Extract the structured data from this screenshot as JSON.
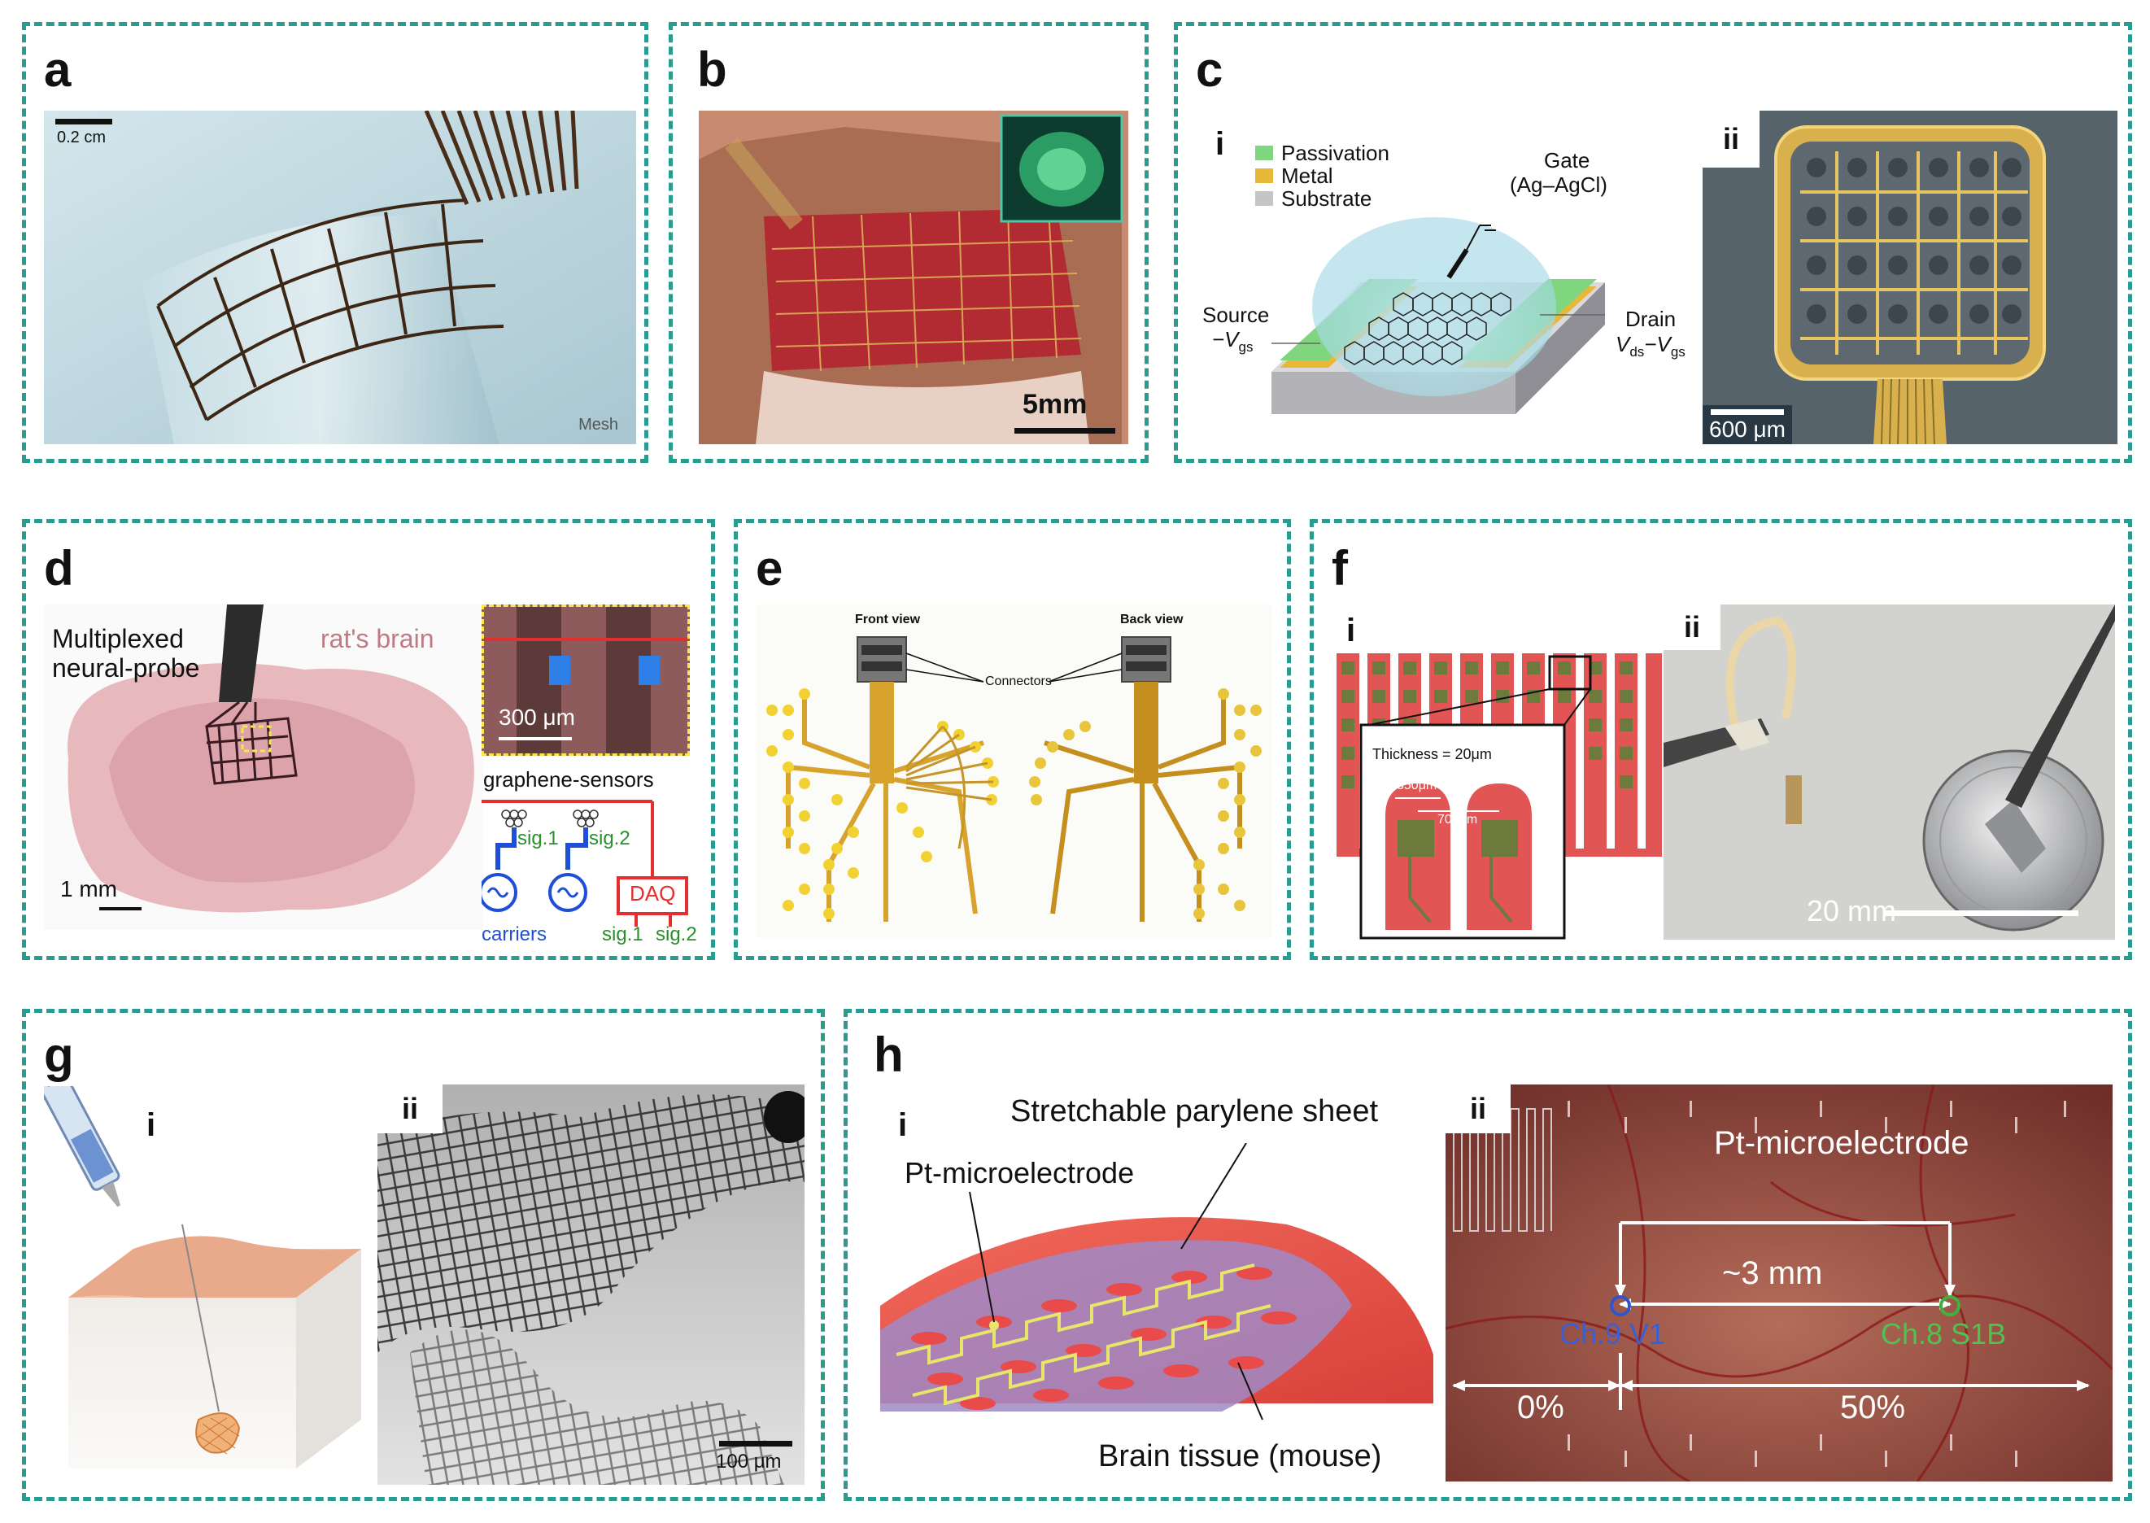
{
  "panels": {
    "a": {
      "label": "a",
      "scale": "0.2 cm",
      "tag": "Mesh"
    },
    "b": {
      "label": "b",
      "scale": "5mm"
    },
    "c": {
      "label": "c",
      "i": "i",
      "ii": "ii",
      "legend": {
        "passivation": "Passivation",
        "metal": "Metal",
        "substrate": "Substrate"
      },
      "gate": "Gate",
      "gate_sub": "(Ag–AgCl)",
      "source": "Source",
      "source_v": "−V",
      "source_v_sub": "gs",
      "drain": "Drain",
      "drain_v1": "V",
      "drain_v1_sub": "ds",
      "drain_dash": "−V",
      "drain_v2_sub": "gs",
      "scale": "600 μm",
      "colors": {
        "passivation": "#7fd67f",
        "metal": "#e8b838",
        "substrate": "#c5c5c8"
      }
    },
    "d": {
      "label": "d",
      "probe1": "Multiplexed",
      "probe2": "neural-probe",
      "brain": "rat's brain",
      "scale": "1 mm",
      "inset_scale": "300 μm",
      "sensors": "graphene-sensors",
      "sig1": "sig.1",
      "sig2": "sig.2",
      "daq": "DAQ",
      "carriers": "carriers",
      "out1": "sig.1",
      "out2": "sig.2"
    },
    "e": {
      "label": "e",
      "front": "Front view",
      "back": "Back view",
      "connectors": "Connectors"
    },
    "f": {
      "label": "f",
      "i": "i",
      "ii": "ii",
      "thickness": "Thickness = 20μm",
      "w1": "350μm",
      "w2": "700μm",
      "scale": "20 mm"
    },
    "g": {
      "label": "g",
      "i": "i",
      "ii": "ii",
      "scale": "100 μm"
    },
    "h": {
      "label": "h",
      "i": "i",
      "ii": "ii",
      "sheet": "Stretchable parylene sheet",
      "pt": "Pt-microelectrode",
      "tissue": "Brain tissue (mouse)",
      "pt2": "Pt-microelectrode",
      "dist": "~3 mm",
      "ch9": "Ch.9 V1",
      "ch8": "Ch.8 S1B",
      "pct0": "0%",
      "pct50": "50%"
    }
  }
}
